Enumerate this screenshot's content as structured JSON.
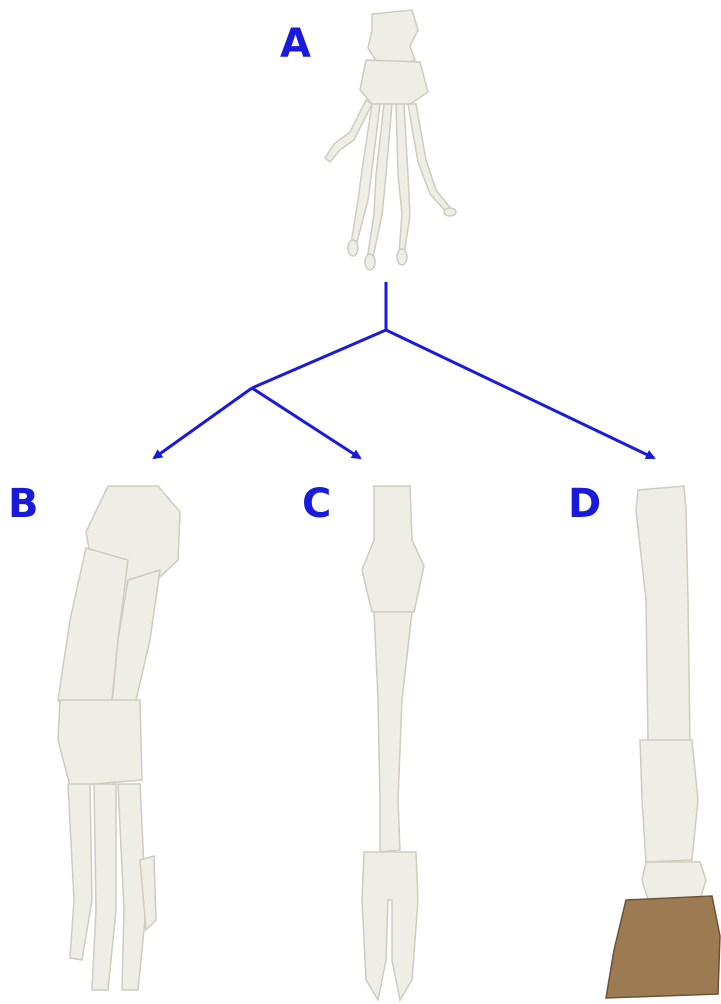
{
  "labels": {
    "a": "A",
    "b": "B",
    "c": "C",
    "d": "D"
  },
  "colors": {
    "label": "#1a1adb",
    "arrow": "#1a1adb",
    "bone": "#efeee6",
    "bone_shade": "#cfcbbf",
    "hoof": "#9c7a52"
  },
  "images": {
    "a": "paw-skeleton",
    "b": "multi-toed-foot-skeleton",
    "c": "cloven-foot-skeleton",
    "d": "single-toed-hoof-skeleton"
  }
}
